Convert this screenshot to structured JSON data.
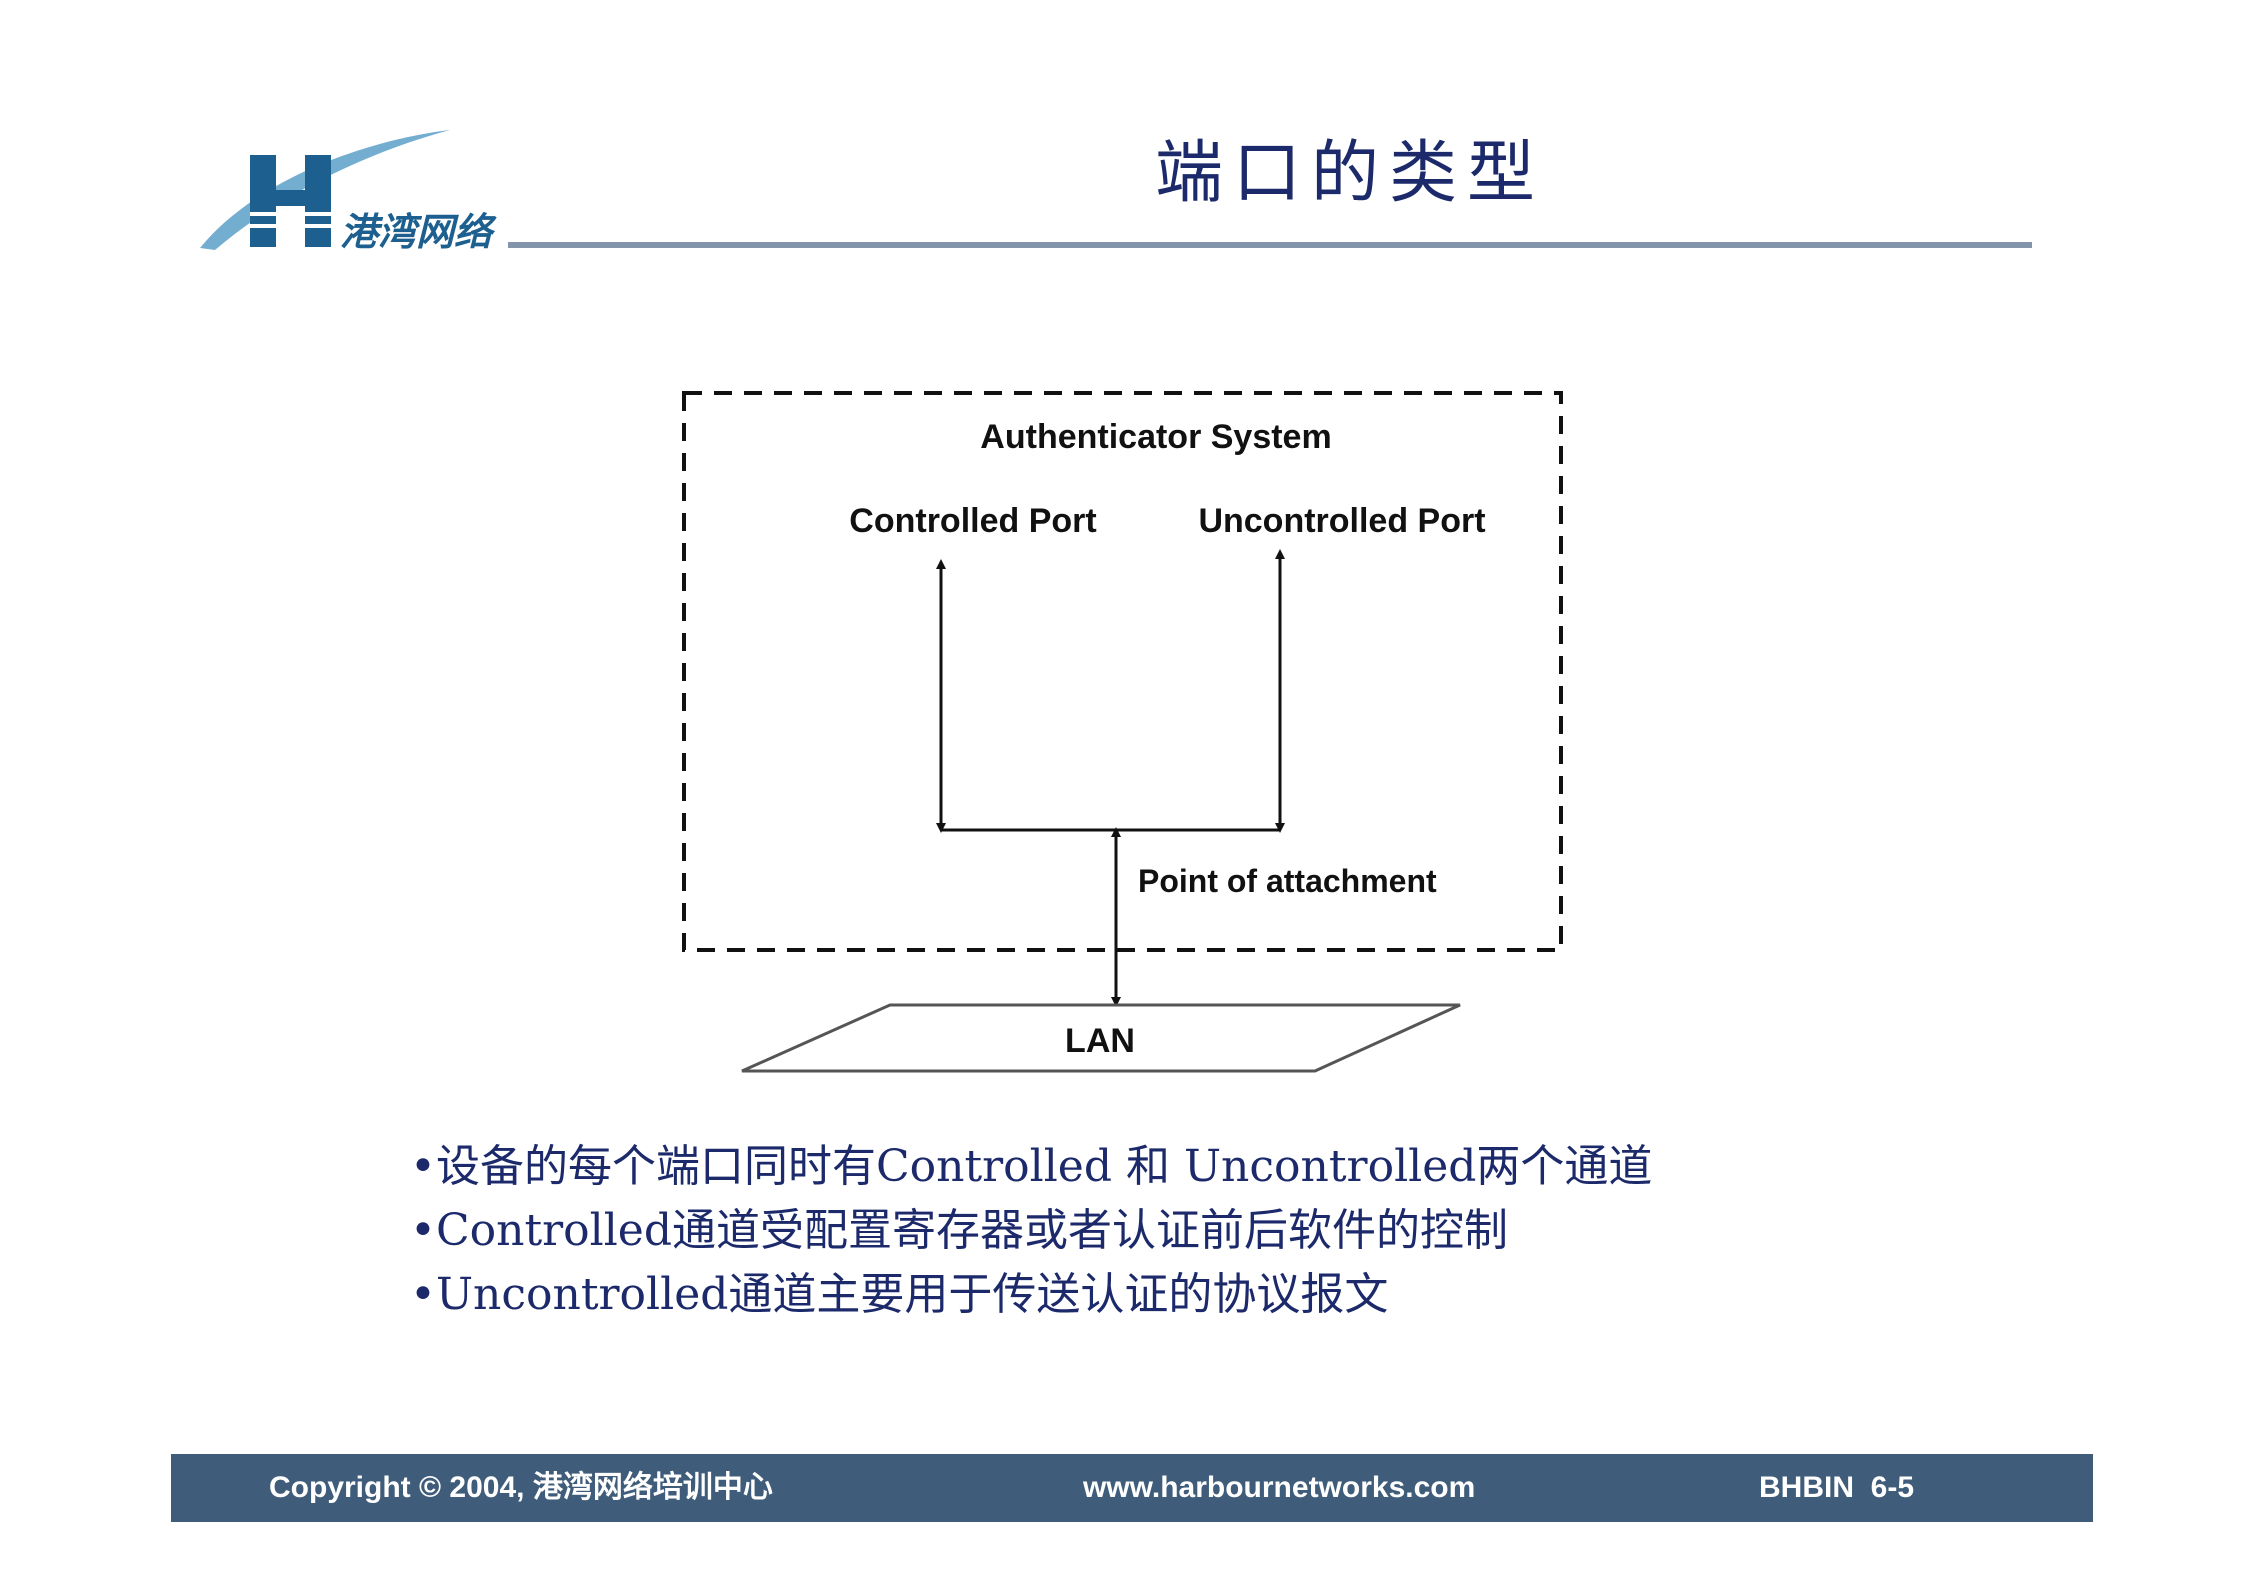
{
  "header": {
    "logo_text": "港湾网络",
    "title": "端口的类型"
  },
  "diagram": {
    "system_label": "Authenticator System",
    "controlled_port": "Controlled Port",
    "uncontrolled_port": "Uncontrolled Port",
    "attachment_label": "Point of attachment",
    "lan_label": "LAN"
  },
  "bullets": [
    "•设备的每个端口同时有Controlled 和 Uncontrolled两个通道",
    "•Controlled通道受配置寄存器或者认证前后软件的控制",
    "•Uncontrolled通道主要用于传送认证的协议报文"
  ],
  "footer": {
    "copyright": "Copyright © 2004, 港湾网络培训中心",
    "url": "www.harbournetworks.com",
    "page": "BHBIN  6-5"
  },
  "colors": {
    "title": "#1c2a6b",
    "footer_bg": "#3f5d7a",
    "rule": "#8494aa",
    "logo_blue": "#1d5f8e"
  }
}
